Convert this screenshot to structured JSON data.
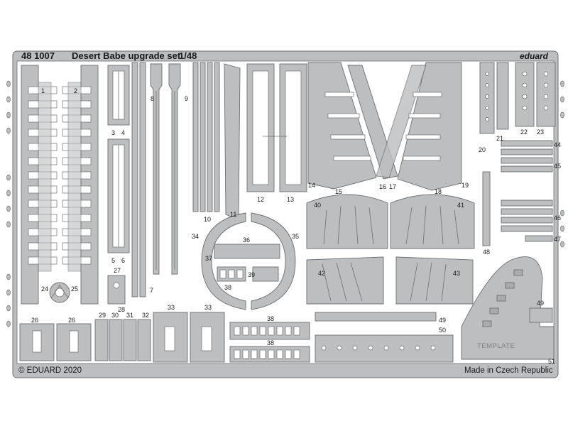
{
  "sheet": {
    "catalog_number": "48 1007",
    "title": "Desert Babe  upgrade set",
    "scale": "1/48",
    "brand": "eduard",
    "copyright": "© EDUARD 2020",
    "origin": "Made in Czech Republic",
    "template_label": "TEMPLATE"
  },
  "part_numbers": [
    "1",
    "2",
    "3",
    "4",
    "5",
    "6",
    "7",
    "8",
    "9",
    "10",
    "11",
    "12",
    "13",
    "14",
    "15",
    "16",
    "17",
    "18",
    "19",
    "20",
    "21",
    "22",
    "23",
    "24",
    "25",
    "26",
    "26",
    "27",
    "28",
    "29",
    "30",
    "31",
    "32",
    "33",
    "33",
    "34",
    "35",
    "36",
    "37",
    "38",
    "38",
    "38",
    "39",
    "40",
    "41",
    "42",
    "43",
    "44",
    "45",
    "46",
    "47",
    "48",
    "49",
    "49",
    "50",
    "51"
  ],
  "colors": {
    "fret": "#bcbec0",
    "outline": "#6d6f71",
    "background": "#ffffff"
  }
}
